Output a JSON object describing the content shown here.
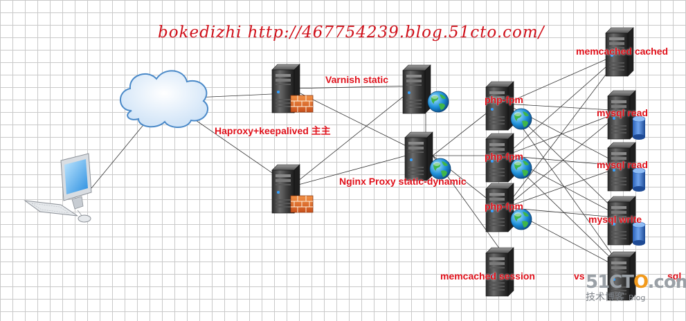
{
  "title": "bokedizhi   http://467754239.blog.51cto.com/",
  "labels": {
    "varnish": "Varnish static",
    "haproxy": "Haproxy+keepalived 主主",
    "nginx": "Nginx Proxy static-dynamic",
    "php1": "php-fpm",
    "php2": "php-fpm",
    "php3": "php-fpm",
    "memcached_cached": "memcached cached",
    "mysql_read_1": "mysql read",
    "mysql_read_2": "mysql read",
    "mysql_write": "mysql write",
    "memcached_session": "memcached session",
    "vs_partial": "vs",
    "mysql_partial": "sql"
  },
  "watermark": {
    "main_prefix": "51CT",
    "main_o": "O",
    "main_suffix": ".com",
    "sub": "技术博客",
    "blog": "Blog"
  },
  "icons": {
    "client": "desktop-computer-icon",
    "internet": "cloud-icon",
    "server": "tower-server-icon",
    "firewall": "firewall-brick-icon",
    "web": "globe-icon",
    "database": "database-cylinder-icon"
  },
  "colors": {
    "label": "#e0101a",
    "title": "#d0101a",
    "grid": "#c9c9c9",
    "lines": "#333333"
  }
}
